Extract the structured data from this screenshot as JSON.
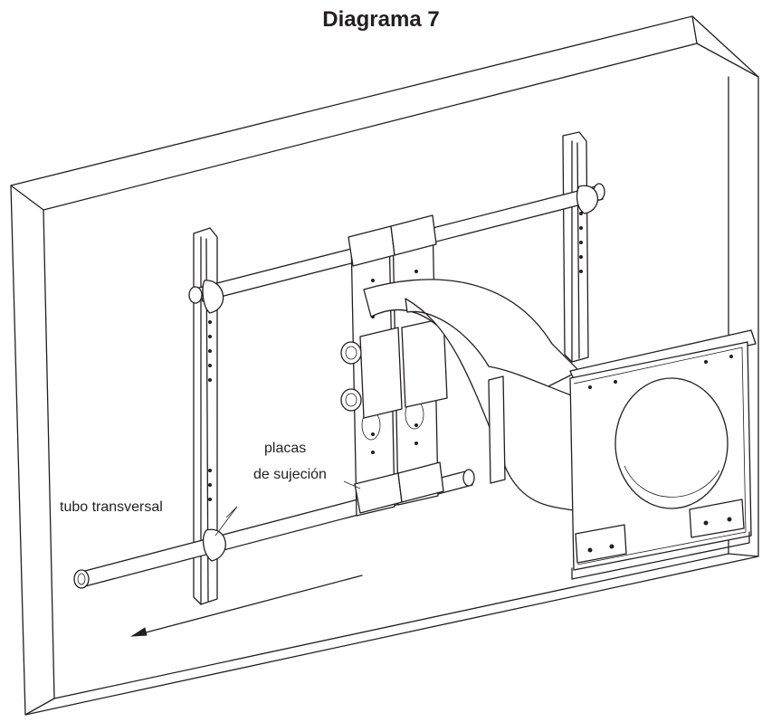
{
  "diagram": {
    "title": "Diagrama 7",
    "labels": {
      "placas_line1": "placas",
      "placas_line2": "de sujeción",
      "tubo": "tubo transversal"
    },
    "colors": {
      "line": "#231f20",
      "background": "#ffffff"
    }
  }
}
